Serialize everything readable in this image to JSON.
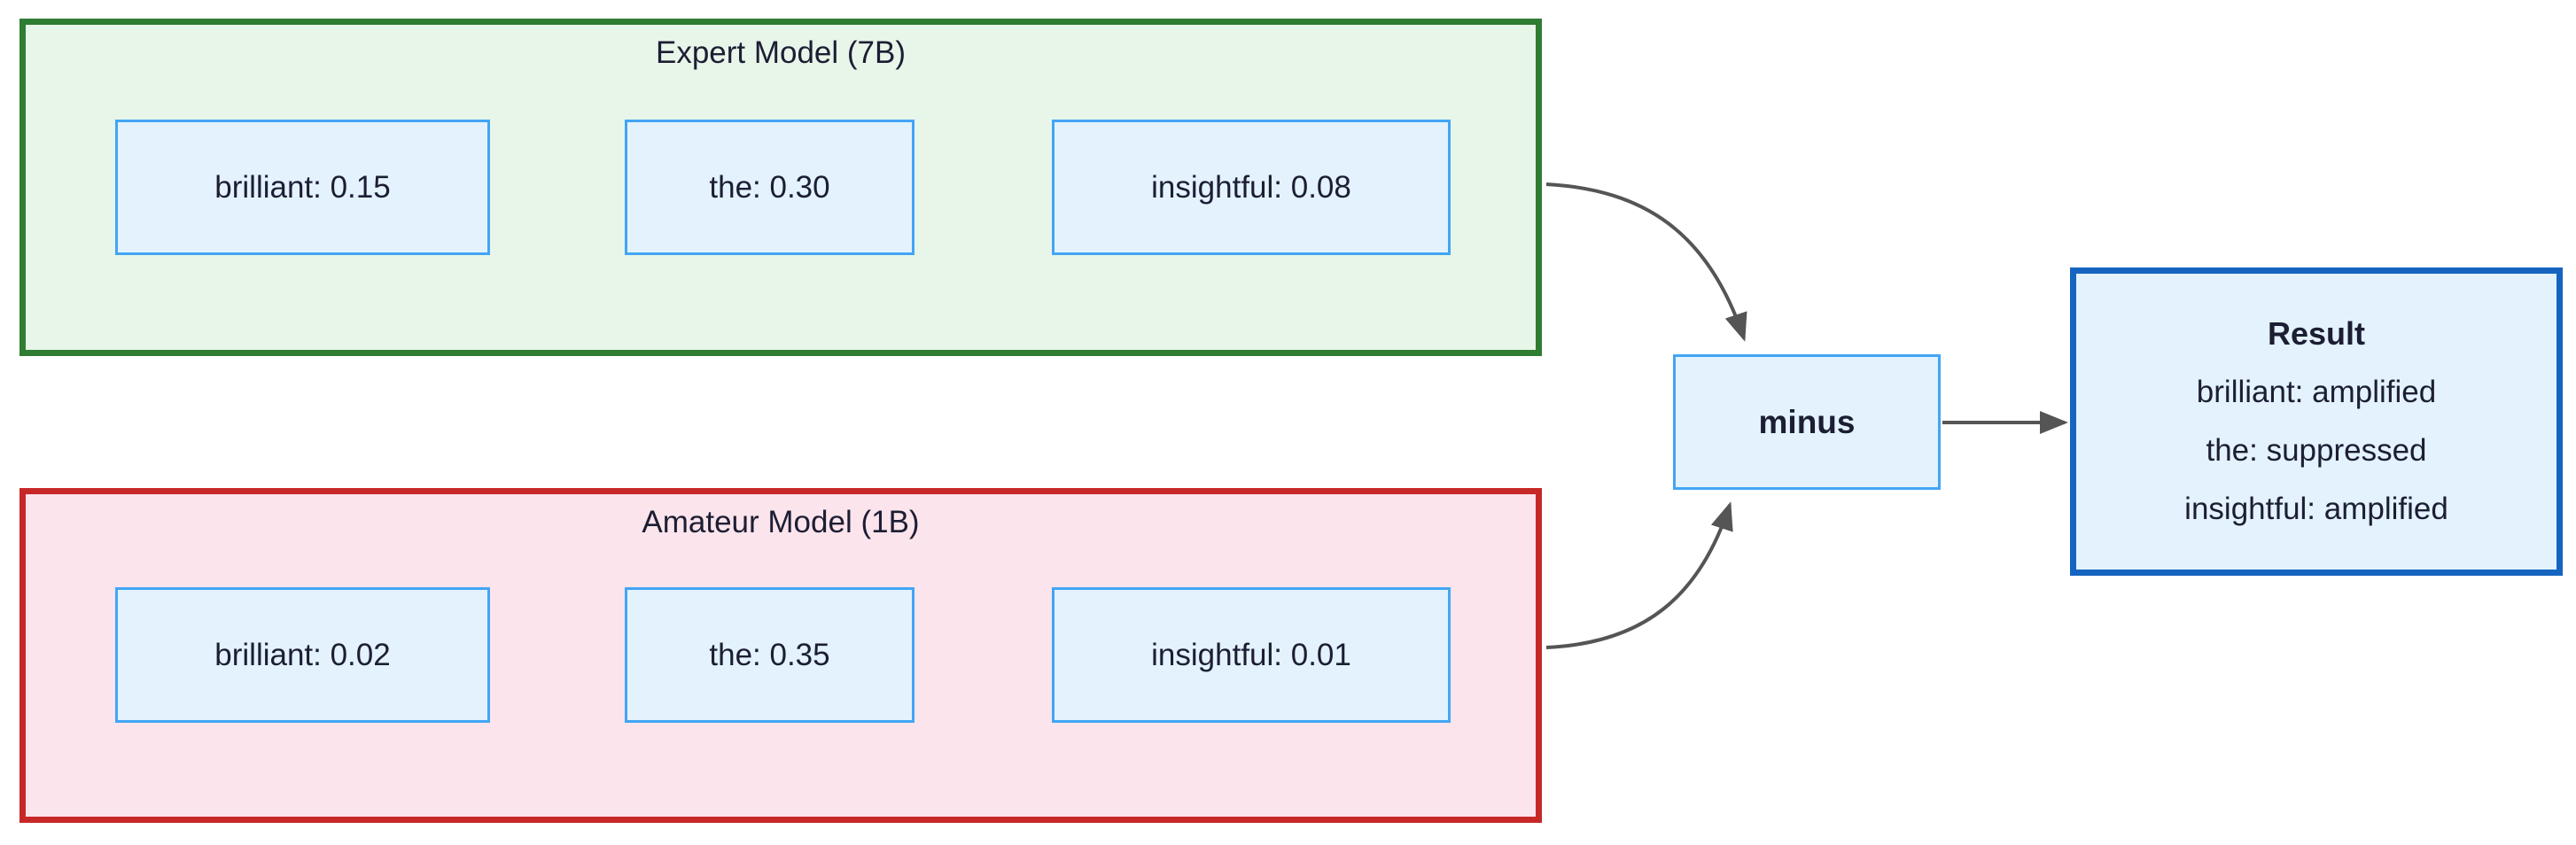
{
  "diagram": {
    "expert": {
      "title": "Expert Model (7B)",
      "tokens": [
        "brilliant: 0.15",
        "the: 0.30",
        "insightful: 0.08"
      ]
    },
    "amateur": {
      "title": "Amateur Model (1B)",
      "tokens": [
        "brilliant: 0.02",
        "the: 0.35",
        "insightful: 0.01"
      ]
    },
    "operator": {
      "label": "minus"
    },
    "result": {
      "title": "Result",
      "lines": [
        "brilliant: amplified",
        "the: suppressed",
        "insightful: amplified"
      ]
    },
    "edges": [
      {
        "from": "Expert Model (7B)",
        "to": "minus"
      },
      {
        "from": "Amateur Model (1B)",
        "to": "minus"
      },
      {
        "from": "minus",
        "to": "Result"
      }
    ],
    "colors": {
      "expert_fill": "#e8f5e9",
      "expert_stroke": "#2e7d32",
      "amateur_fill": "#fce4ec",
      "amateur_stroke": "#c62828",
      "token_fill": "#e3f2fd",
      "token_stroke": "#42a5f5",
      "result_fill": "#e3f2fd",
      "result_stroke": "#1565c0",
      "arrow": "#555555",
      "text": "#1c1e33",
      "background": "#ffffff"
    }
  }
}
